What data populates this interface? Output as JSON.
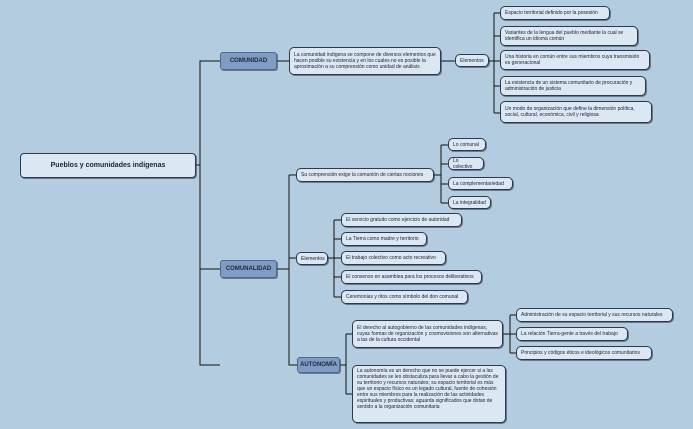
{
  "root": {
    "title": "Pueblos y comunidades indígenas"
  },
  "comunidad": {
    "title": "COMUNIDAD",
    "description": "La comunidad indígena se compone de diversos elementos que hacen posible su existencia y en los cuales no es posible la aproximación a su comprensión como unidad de análisis",
    "elements_label": "Elementos",
    "elements": [
      "Espacio territorial definido por la posesión",
      "Variantes de la lengua del pueblo mediante la cual se identifica un idioma común",
      "Una historia en común entre sus miembros cuya transmisión es generacional",
      "La existencia de un sistema comunitario de procuración y administración de justicia",
      "Un modo de organización que define la dimensión política, social, cultural, económica, civil y religiosa"
    ]
  },
  "comunalidad": {
    "title": "COMUNALIDAD",
    "comprehension": "Su comprensión exige la comunión de ciertas nociones",
    "notions": [
      "Lo comunal",
      "Lo colectivo",
      "La complementariedad",
      "La integralidad"
    ],
    "elements_label": "Elementos",
    "elements": [
      "El servicio gratuito como ejercicio de autoridad",
      "La Tierra como madre y territorio",
      "El trabajo colectivo como acto recreativo",
      "El consenso en asamblea para los procesos deliberativos",
      "Ceremonias y ritos como símbolo del don comunal"
    ]
  },
  "autonomia": {
    "title": "AUTONOMÍA",
    "right": "El derecho al autogobierno de las comunidades indígenas, cuyas formas de organización y cosmovisiones son alternativas a las de la cultura occidental",
    "right_items": [
      "Administración de su espacio territorial y sus recursos naturales",
      "La relación Tierra-gente a través del trabajo",
      "Principios y códigos éticos e ideológicos comunitarios"
    ],
    "definition": "La autonomía es un derecho que no se puede ejercer si a las comunidades se les obstaculiza para llevar a cabo la gestión de su territorio y recursos naturales; su espacio territorial es más que un espacio físico es un legado cultural, fuente de cohesión entre sus miembros para la realización de las actividades espirituales y productivas; aguarda significados que dotan de sentido a la organización comunitaria"
  },
  "colors": {
    "background": "#b4cce0",
    "node": "#dbe8f4",
    "main_node": "#7f9cc4",
    "line": "#111111"
  }
}
